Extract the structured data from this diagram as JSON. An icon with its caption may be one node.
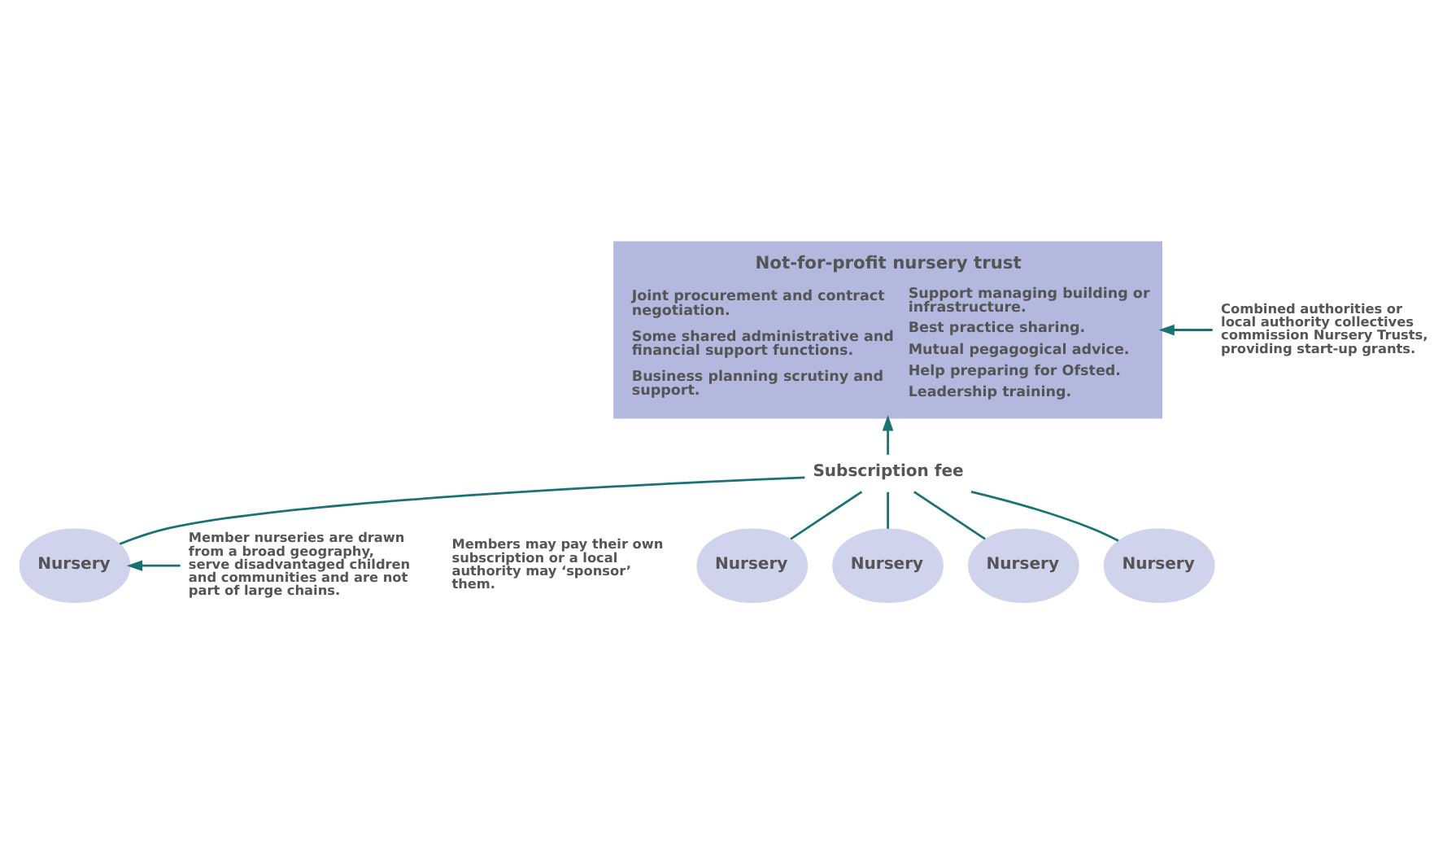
{
  "diagram": {
    "nodes": [
      {
        "text": [
          "Not-for-profit nursery trust",
          "Joint procurement and contract negotiation.",
          "Some shared administrative and financial support functions.",
          "Business planning scrutiny and support.",
          "Support managing building or infrastructure.",
          "Best practice sharing.",
          "Mutual pegagogical advice.",
          "Help preparing for Ofsted.",
          "Leadership training."
        ]
      },
      {
        "text": [
          "Combined authorities or local authority collectives commission Nursery Trusts, providing start-up grants."
        ]
      },
      {
        "text": [
          "Subscription fee"
        ]
      },
      {
        "text": [
          "Nursery"
        ]
      },
      {
        "text": [
          "Nursery"
        ]
      },
      {
        "text": [
          "Nursery"
        ]
      },
      {
        "text": [
          "Nursery"
        ]
      },
      {
        "text": [
          "Nursery"
        ]
      },
      {
        "text": [
          "Member nurseries are drawn from a broad geography, serve disadvantaged children and communities and are not part of large chains."
        ]
      }
    ],
    "edges": [
      {
        "from": 1,
        "to": 0,
        "arrow": "to"
      },
      {
        "from": 2,
        "to": 0,
        "arrow": "to"
      },
      {
        "from": 3,
        "to": 2,
        "arrow": "none"
      },
      {
        "from": 4,
        "to": 2,
        "arrow": "none"
      },
      {
        "from": 5,
        "to": 2,
        "arrow": "none"
      },
      {
        "from": 6,
        "to": 2,
        "arrow": "none"
      },
      {
        "from": 7,
        "to": 2,
        "arrow": "none"
      },
      {
        "from": 8,
        "to": 3,
        "arrow": "to"
      }
    ],
    "labels": [
      "Members may pay their own subscription or a local authority may ‘sponsor’ them."
    ]
  }
}
